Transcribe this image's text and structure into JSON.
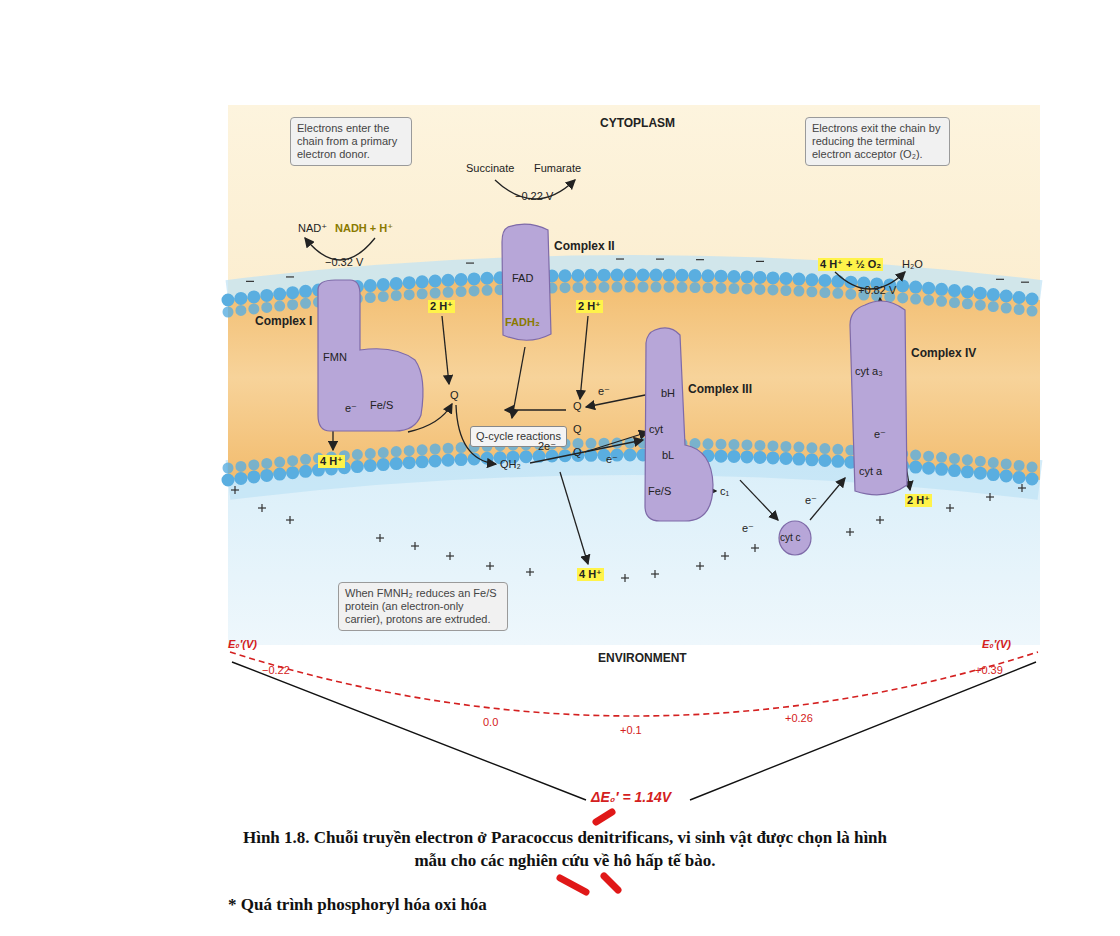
{
  "diagram": {
    "caption": "Hình 1.8. Chuỗi truyền electron ở Paracoccus denitrificans, vi sinh vật được chọn là hình mẫu cho các nghiên cứu về hô hấp tế bào.",
    "nodes": [
      {
        "text": [
          "Electrons enter the chain from a primary electron donor."
        ]
      },
      {
        "text": [
          "Electrons exit the chain by reducing the terminal electron acceptor (O₂)."
        ]
      },
      {
        "text": [
          "Complex I",
          "FMN",
          "Fe/S"
        ]
      },
      {
        "text": [
          "Complex II",
          "FAD",
          "FADH₂"
        ]
      },
      {
        "text": [
          "Q-cycle reactions"
        ]
      },
      {
        "text": [
          "Complex III",
          "bH",
          "cyt",
          "bL",
          "Fe/S",
          "c₁"
        ]
      },
      {
        "text": [
          "cyt c"
        ]
      },
      {
        "text": [
          "Complex IV",
          "cyt a₃",
          "cyt a"
        ]
      },
      {
        "text": [
          "When FMNH₂ reduces an Fe/S protein (an electron-only carrier), protons are extruded."
        ]
      }
    ],
    "edges": [
      {
        "from": 5,
        "to": 6,
        "arrow": "to"
      },
      {
        "from": 6,
        "to": 7,
        "arrow": "to"
      }
    ],
    "labels": [
      "CYTOPLASM",
      "ENVIRONMENT",
      "Succinate",
      "Fumarate",
      "−0.22 V",
      "NAD⁺",
      "NADH + H⁺",
      "−0.32 V",
      "4 H⁺ + ½ O₂",
      "H₂O",
      "+0.82 V",
      "2 H⁺",
      "2 H⁺",
      "Q",
      "QH₂",
      "2e⁻",
      "Q",
      "Q",
      "Q",
      "e⁻",
      "e⁻",
      "e⁻",
      "e⁻",
      "e⁻",
      "e⁻",
      "4 H⁺",
      "4 H⁺",
      "2 H⁺",
      "E₀′(V)",
      "E₀′(V)",
      "−0.22",
      "0.0",
      "+0.1",
      "+0.26",
      "+0.39",
      "ΔE₀′ = 1.14V",
      "* Quá trình phosphoryl hóa oxi hóa"
    ]
  }
}
